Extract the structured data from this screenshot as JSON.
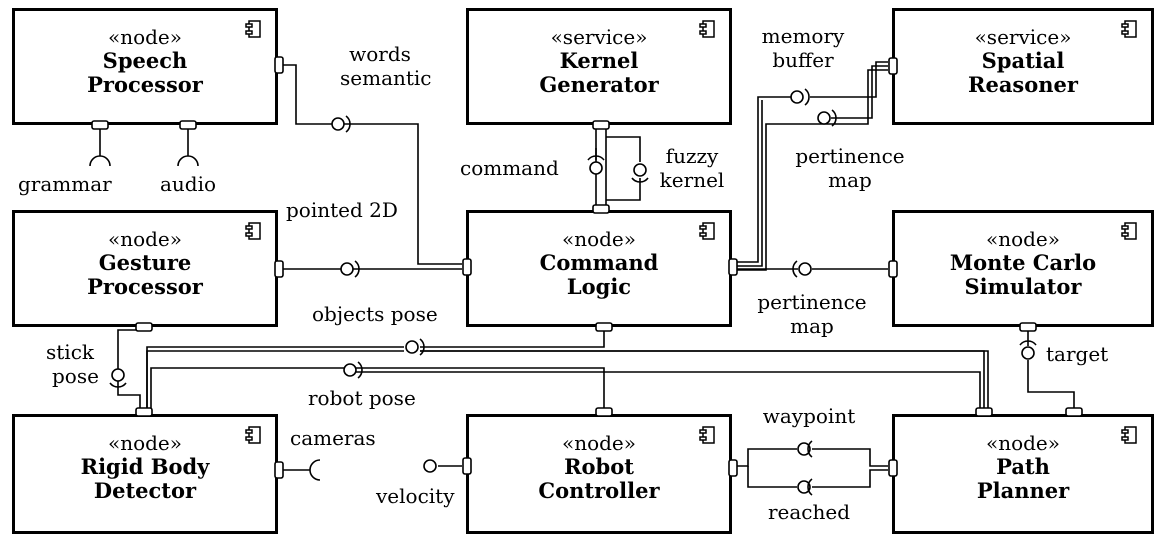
{
  "components": {
    "speech": {
      "stereotype": "«node»",
      "name1": "Speech",
      "name2": "Processor"
    },
    "kernel": {
      "stereotype": "«service»",
      "name1": "Kernel",
      "name2": "Generator"
    },
    "spatial": {
      "stereotype": "«service»",
      "name1": "Spatial",
      "name2": "Reasoner"
    },
    "gesture": {
      "stereotype": "«node»",
      "name1": "Gesture",
      "name2": "Processor"
    },
    "command": {
      "stereotype": "«node»",
      "name1": "Command",
      "name2": "Logic"
    },
    "montecarlo": {
      "stereotype": "«node»",
      "name1": "Monte Carlo",
      "name2": "Simulator"
    },
    "rigid": {
      "stereotype": "«node»",
      "name1": "Rigid Body",
      "name2": "Detector"
    },
    "robot": {
      "stereotype": "«node»",
      "name1": "Robot",
      "name2": "Controller"
    },
    "path": {
      "stereotype": "«node»",
      "name1": "Path",
      "name2": "Planner"
    }
  },
  "labels": {
    "words_semantic": [
      "words",
      "semantic"
    ],
    "grammar": "grammar",
    "audio": "audio",
    "command": "command",
    "fuzzy_kernel": [
      "fuzzy",
      "kernel"
    ],
    "memory_buffer": [
      "memory",
      "buffer"
    ],
    "pertinence_map_top": [
      "pertinence",
      "map"
    ],
    "pointed_2d": "pointed 2D",
    "objects_pose": "objects pose",
    "pertinence_map_mid": [
      "pertinence",
      "map"
    ],
    "stick_pose": [
      "stick",
      "pose"
    ],
    "target": "target",
    "robot_pose": "robot pose",
    "cameras": "cameras",
    "velocity": "velocity",
    "waypoint": "waypoint",
    "reached": "reached"
  }
}
